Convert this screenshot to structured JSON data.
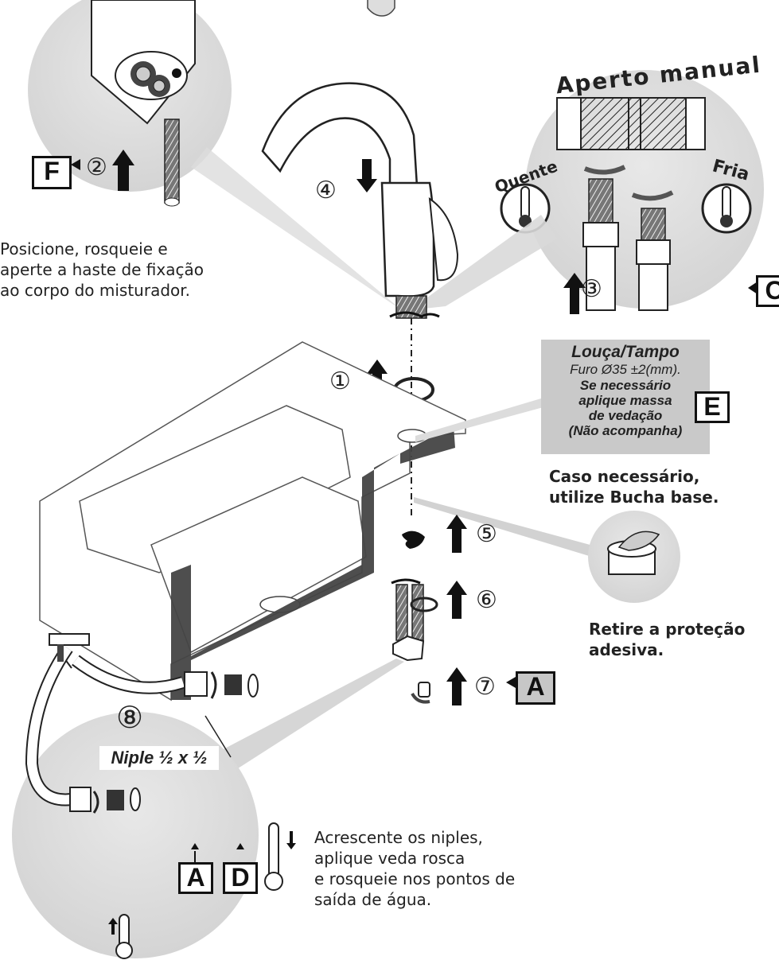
{
  "top_caption": "Aperto manual",
  "labels": {
    "quente": "Quente",
    "fria": "Fria",
    "niple": "Niple ½ x ½"
  },
  "letters": {
    "f": "F",
    "c": "C",
    "e": "E",
    "a": "A",
    "a2": "A",
    "d": "D"
  },
  "steps": {
    "s1": "①",
    "s2": "②",
    "s3": "③",
    "s4": "④",
    "s5": "⑤",
    "s6": "⑥",
    "s7": "⑦",
    "s8": "⑧"
  },
  "notes": {
    "fixing_rod": [
      "Posicione, rosqueie e",
      "aperte a haste de fixação",
      "ao corpo do misturador."
    ],
    "bucha": [
      "Caso necessário,",
      "utilize Bucha base."
    ],
    "protection": [
      "Retire a proteção",
      "adesiva."
    ],
    "niples": [
      "Acrescente os niples,",
      "aplique veda rosca",
      "e rosqueie nos pontos de",
      "saída de água."
    ]
  },
  "spec": {
    "title": "Louça/Tampo",
    "hole": "Furo Ø35 ±2(mm).",
    "l1": "Se necessário",
    "l2": "aplique massa",
    "l3": "de vedação",
    "l4": "(Não acompanha)"
  },
  "colors": {
    "circle_bg": "#dcdcdc",
    "dark_edge": "#4a4a4a",
    "box_grey": "#c7c7c7",
    "line": "#111111"
  }
}
